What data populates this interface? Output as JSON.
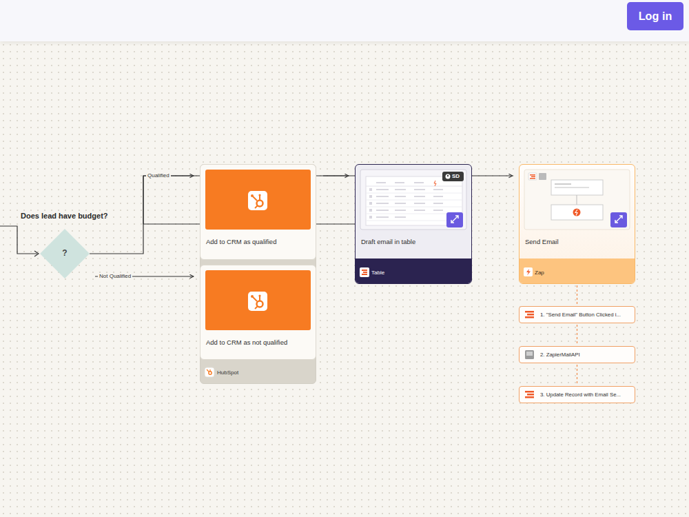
{
  "diagram": {
    "nodes": [
      {
        "text": [
          "Log in"
        ]
      },
      {
        "text": [
          "Does lead have budget?",
          "?"
        ]
      },
      {
        "text": [
          "HubSpot"
        ]
      },
      {
        "text": [
          "Add to CRM as qualified"
        ],
        "in": 2
      },
      {
        "text": [
          "Add to CRM as not qualified"
        ],
        "in": 2
      },
      {
        "text": [
          "Draft email in table",
          "Table"
        ]
      },
      {
        "text": [
          "Send Email",
          "Zap"
        ]
      },
      {
        "text": [
          "1. \"Send Email\" Button Clicked i..."
        ]
      },
      {
        "text": [
          "2. ZapierMailAPI"
        ]
      },
      {
        "text": [
          "3. Update Record with Email Se..."
        ]
      }
    ],
    "edges": [
      {
        "from": 1,
        "to": 3,
        "label": "Qualified",
        "arrow": "to"
      },
      {
        "from": 1,
        "to": 4,
        "label": "Not Qualified",
        "arrow": "to"
      },
      {
        "from": 2,
        "to": 5,
        "arrow": "to"
      },
      {
        "from": 5,
        "to": 6,
        "arrow": "to"
      },
      {
        "from": 6,
        "to": 7,
        "arrow": "none"
      },
      {
        "from": 7,
        "to": 8,
        "arrow": "none"
      },
      {
        "from": 8,
        "to": 9,
        "arrow": "none"
      }
    ],
    "labels": [
      "SD"
    ]
  }
}
